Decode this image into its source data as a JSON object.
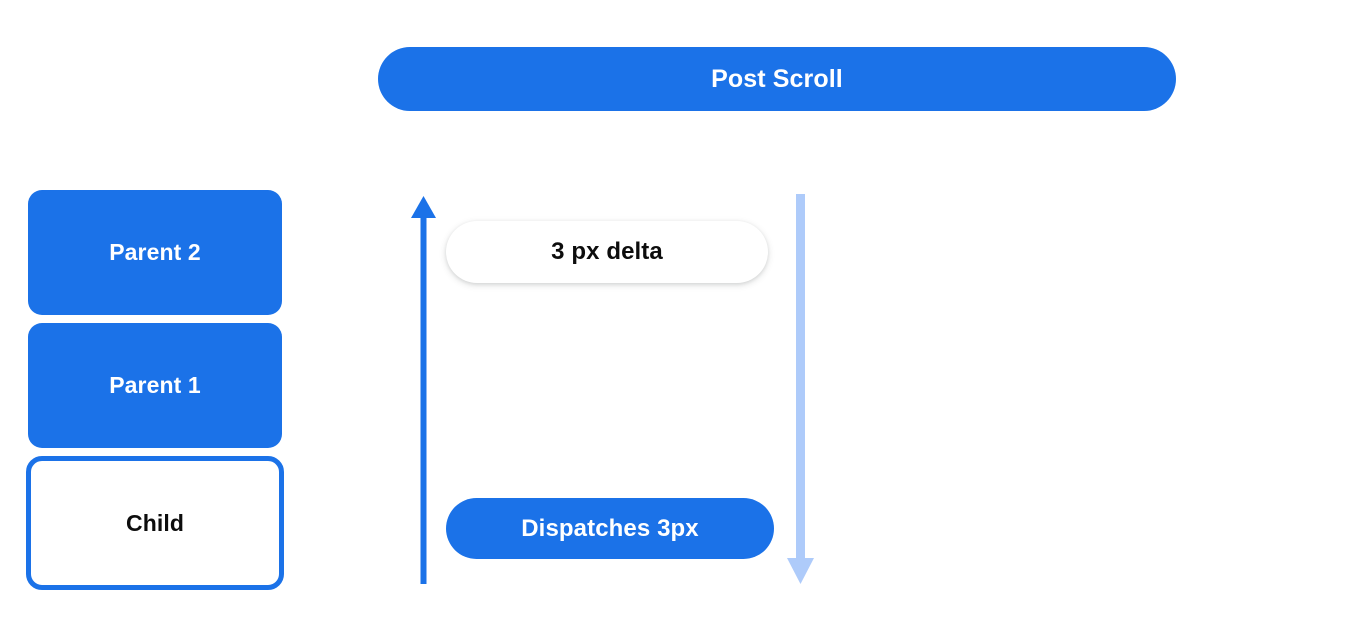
{
  "diagram": {
    "title": "Post Scroll",
    "colors": {
      "primary_blue": "#1b72e8",
      "light_blue": "#aecbfa",
      "text_dark": "#0d0d0d",
      "surface_white": "#ffffff"
    },
    "header": {
      "label": "Post Scroll"
    },
    "boxes": [
      {
        "label": "Parent 2",
        "style": "filled"
      },
      {
        "label": "Parent 1",
        "style": "filled"
      },
      {
        "label": "Child",
        "style": "outlined"
      }
    ],
    "annotations": [
      {
        "label": "3 px delta",
        "style": "white-pill"
      },
      {
        "label": "Dispatches 3px",
        "style": "blue-pill"
      }
    ],
    "arrows": [
      {
        "name": "scroll-up-arrow",
        "direction": "up",
        "color": "#1b72e8"
      },
      {
        "name": "scroll-down-arrow",
        "direction": "down",
        "color": "#aecbfa"
      }
    ]
  }
}
